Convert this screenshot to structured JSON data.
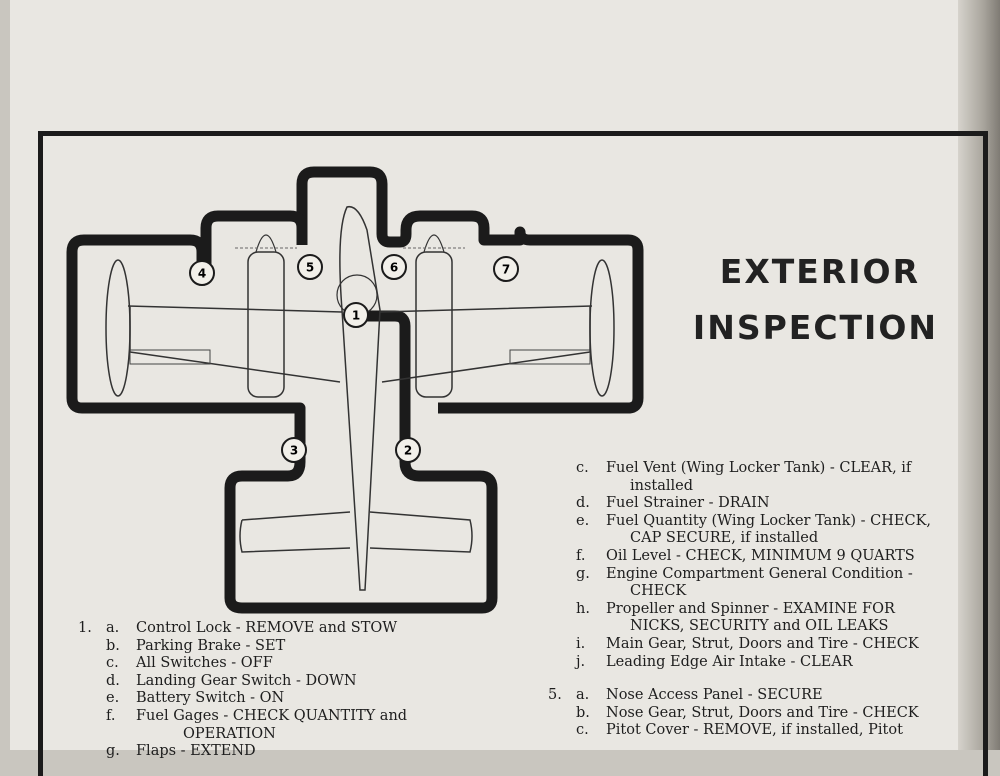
{
  "heading": {
    "line1": "EXTERIOR",
    "line2": "INSPECTION"
  },
  "diagram": {
    "stations": [
      "1",
      "2",
      "3",
      "4",
      "5",
      "6",
      "7"
    ]
  },
  "left_items": [
    {
      "num": "1.",
      "letter": "a.",
      "text": "Control Lock - REMOVE and STOW"
    },
    {
      "num": "",
      "letter": "b.",
      "text": "Parking Brake - SET"
    },
    {
      "num": "",
      "letter": "c.",
      "text": "All Switches - OFF"
    },
    {
      "num": "",
      "letter": "d.",
      "text": "Landing Gear Switch - DOWN"
    },
    {
      "num": "",
      "letter": "e.",
      "text": "Battery Switch - ON"
    },
    {
      "num": "",
      "letter": "f.",
      "text": "Fuel Gages - CHECK QUANTITY and",
      "cont": "OPERATION"
    },
    {
      "num": "",
      "letter": "g.",
      "text": "Flaps - EXTEND"
    }
  ],
  "right_items": [
    {
      "num": "",
      "letter": "c.",
      "text": "Fuel Vent (Wing Locker Tank) - CLEAR, if",
      "cont": "installed"
    },
    {
      "num": "",
      "letter": "d.",
      "text": "Fuel Strainer - DRAIN"
    },
    {
      "num": "",
      "letter": "e.",
      "text": "Fuel Quantity (Wing Locker Tank) - CHECK,",
      "cont": "CAP SECURE, if installed"
    },
    {
      "num": "",
      "letter": "f.",
      "text": "Oil Level - CHECK, MINIMUM 9 QUARTS"
    },
    {
      "num": "",
      "letter": "g.",
      "text": "Engine Compartment General Condition -",
      "cont": "CHECK"
    },
    {
      "num": "",
      "letter": "h.",
      "text": "Propeller and Spinner - EXAMINE FOR",
      "cont": "NICKS, SECURITY and OIL LEAKS"
    },
    {
      "num": "",
      "letter": "i.",
      "text": "Main Gear, Strut, Doors and Tire - CHECK"
    },
    {
      "num": "",
      "letter": "j.",
      "text": "Leading Edge Air Intake - CLEAR"
    }
  ],
  "right_items_2": [
    {
      "num": "5.",
      "letter": "a.",
      "text": "Nose Access Panel - SECURE"
    },
    {
      "num": "",
      "letter": "b.",
      "text": "Nose Gear, Strut, Doors and Tire - CHECK"
    },
    {
      "num": "",
      "letter": "c.",
      "text": "Pitot Cover - REMOVE, if installed, Pitot"
    }
  ]
}
